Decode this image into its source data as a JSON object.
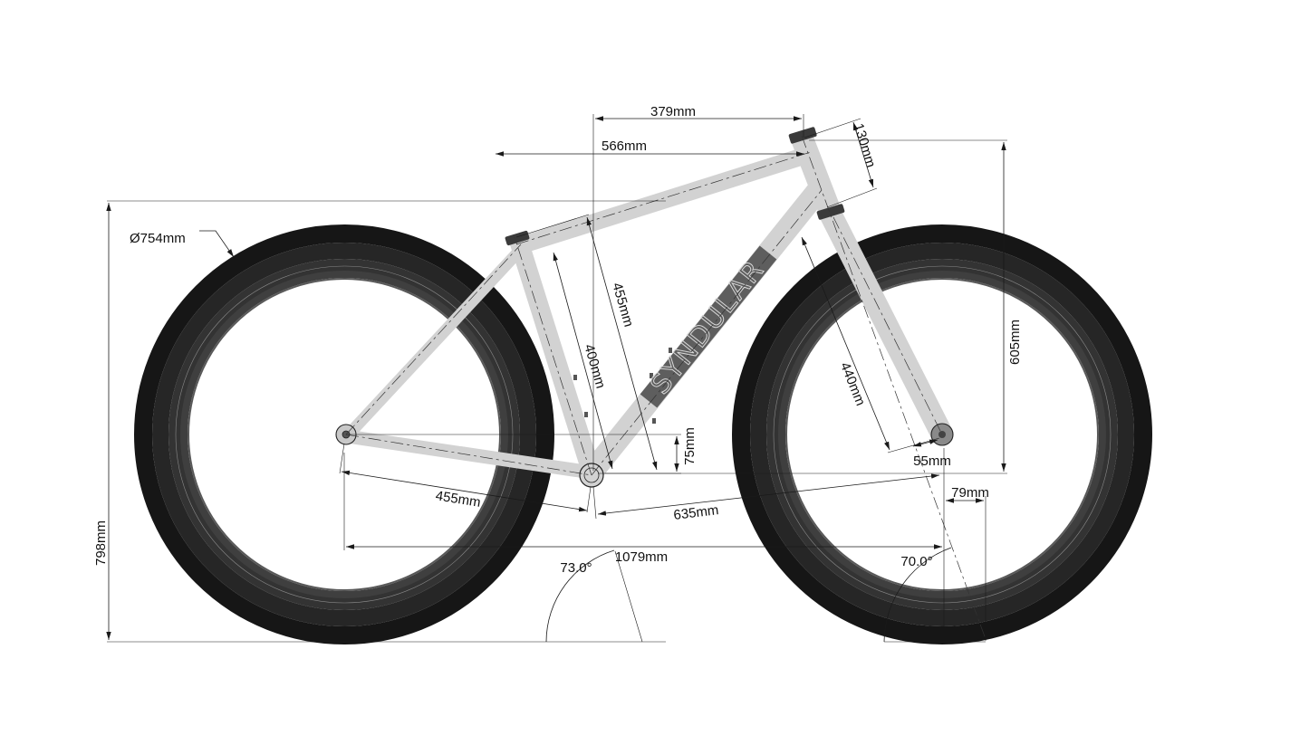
{
  "drawing": {
    "brand": "SYNDULAR",
    "colors": {
      "tire_outer": "#161616",
      "tire_band_1": "#262626",
      "tire_band_2": "#333333",
      "tire_band_3": "#3f3f3f",
      "rim": "#585858",
      "frame": "#d2d2d2",
      "frame_outline": "#222222",
      "downtube_panel": "#5e5e5e",
      "dimension_line": "#1a1a1a"
    }
  },
  "dimensions": {
    "wheel_diameter": "Ø754mm",
    "overall_height": "798mm",
    "effective_top_tube": "379mm",
    "reach_or_top_tube": "566mm",
    "head_tube": "130mm",
    "stack": "605mm",
    "seat_tube_ctt": "455mm",
    "seat_tube_ctc": "400mm",
    "fork_length": "440mm",
    "fork_offset": "55mm",
    "bb_drop": "75mm",
    "chainstay": "455mm",
    "front_center": "635mm",
    "wheelbase": "1079mm",
    "trail": "79mm",
    "seat_angle": "73.0°",
    "head_angle": "70.0°"
  }
}
